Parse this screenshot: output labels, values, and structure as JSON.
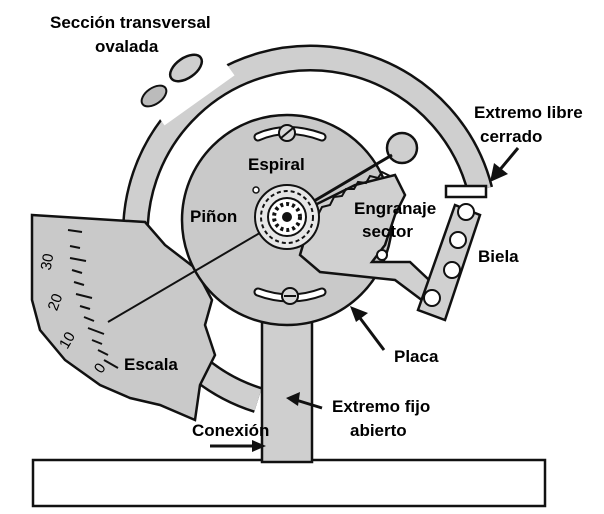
{
  "labels": {
    "oval_section_line1": "Sección transversal",
    "oval_section_line2": "ovalada",
    "closed_end_line1": "Extremo libre",
    "closed_end_line2": "cerrado",
    "spiral": "Espiral",
    "pinion": "Piñon",
    "gear_line1": "Engranaje",
    "gear_line2": "sector",
    "link": "Biela",
    "scale": "Escala",
    "plate": "Placa",
    "open_end_line1": "Extremo fijo",
    "open_end_line2": "abierto",
    "connection": "Conexión"
  },
  "scale_numbers": [
    "30",
    "20",
    "10",
    "0"
  ],
  "colors": {
    "metal": "#c9c9c9",
    "metal_dark": "#9a9a9a",
    "outline": "#111111",
    "background": "#ffffff"
  }
}
